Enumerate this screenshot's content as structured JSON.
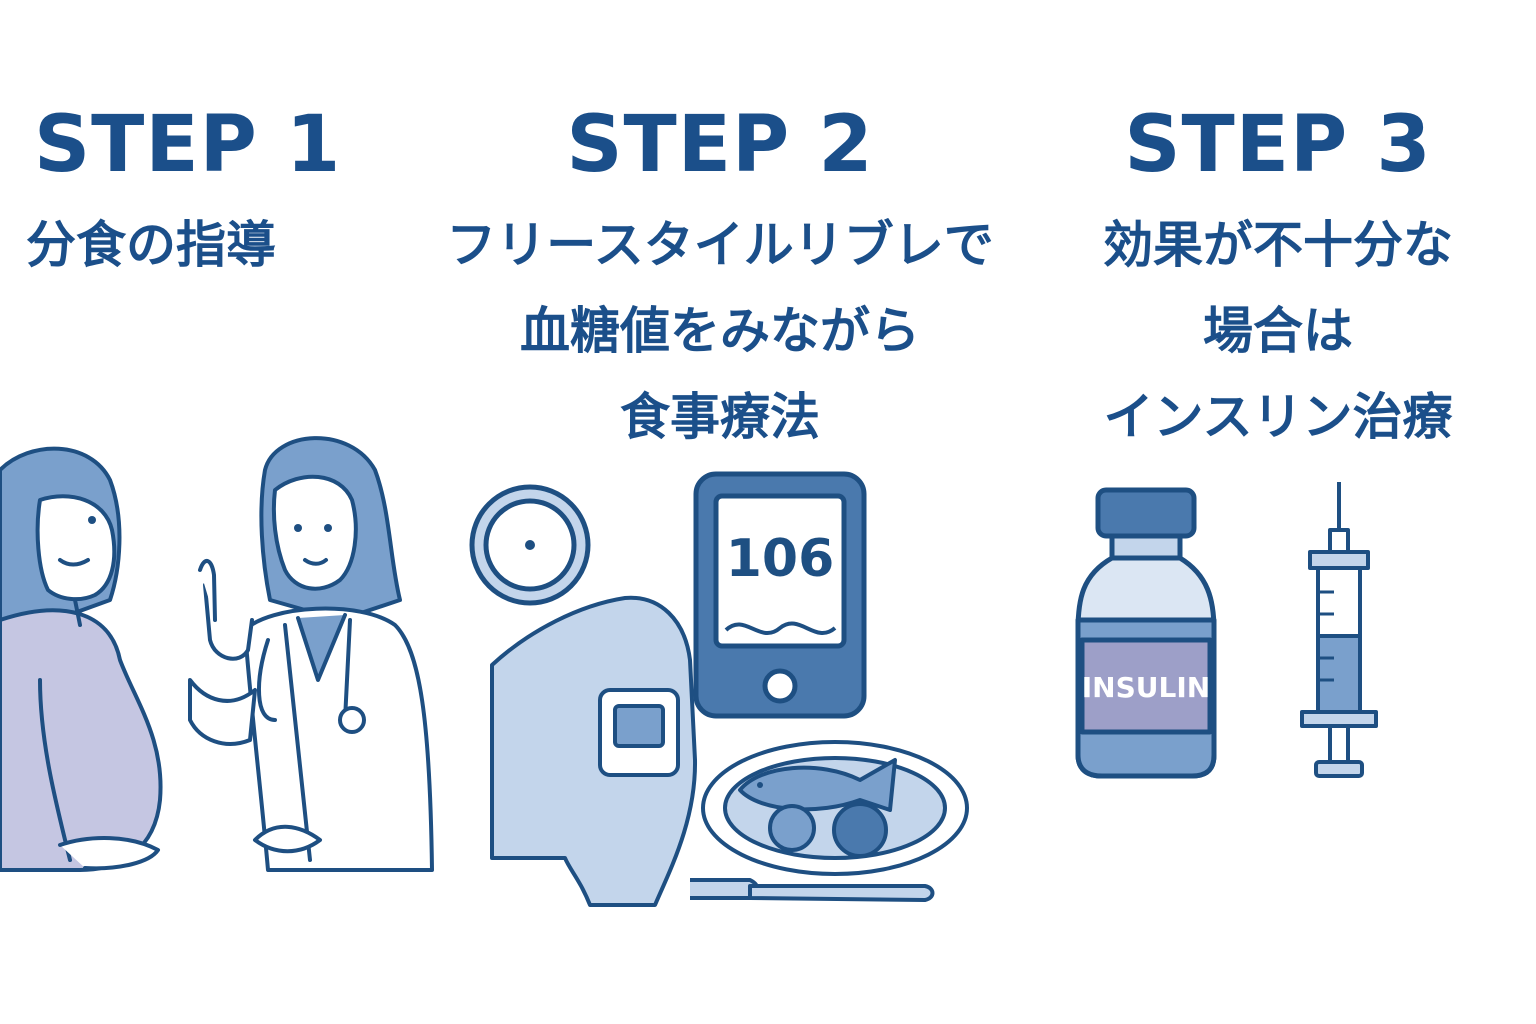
{
  "steps": [
    {
      "label": "STEP 1",
      "lines": [
        "分食の指導"
      ]
    },
    {
      "label": "STEP 2",
      "lines": [
        "フリースタイルリブレで",
        "血糖値をみながら",
        "食事療法"
      ]
    },
    {
      "label": "STEP 3",
      "lines": [
        "効果が不十分な",
        "場合は",
        "インスリン治療"
      ]
    }
  ],
  "illustrations": {
    "monitor_reading": "106",
    "vial_label": "INSULIN"
  },
  "colors": {
    "text": "#1b4f8a",
    "outline": "#1e4f82",
    "fill_mid": "#7aa0cc",
    "fill_light": "#c3d5eb",
    "fill_purple": "#9d9fc8"
  }
}
